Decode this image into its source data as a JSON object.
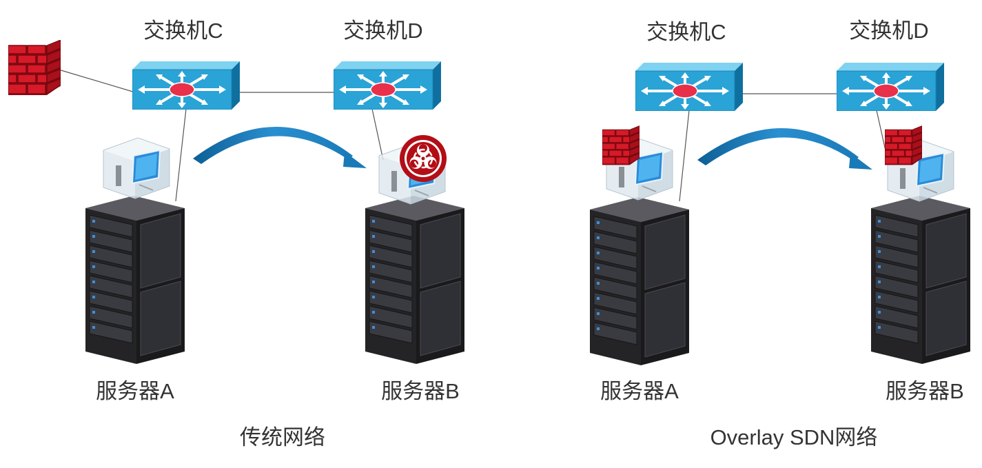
{
  "colors": {
    "switch_front": "#2aa3d6",
    "switch_side": "#0f6f9f",
    "switch_top": "#7fd2f0",
    "switch_center": "#e8304a",
    "firewall": "#c8101e",
    "biohazard": "#b30e16",
    "arrow": "#1a7ab8",
    "rack_body": "#2b2b2e",
    "label_text": "#333333"
  },
  "icons": {
    "switch": "network-switch-icon",
    "server": "server-rack-icon",
    "vm": "virtual-machine-icon",
    "firewall": "firewall-icon",
    "threat": "biohazard-icon",
    "migration": "curved-arrow-icon"
  },
  "panels": [
    {
      "id": "traditional",
      "caption": "传统网络",
      "switch_c": "交换机C",
      "switch_d": "交换机D",
      "server_a": "服务器A",
      "server_b": "服务器B"
    },
    {
      "id": "overlay",
      "caption": "Overlay SDN网络",
      "switch_c": "交换机C",
      "switch_d": "交换机D",
      "server_a": "服务器A",
      "server_b": "服务器B"
    }
  ]
}
